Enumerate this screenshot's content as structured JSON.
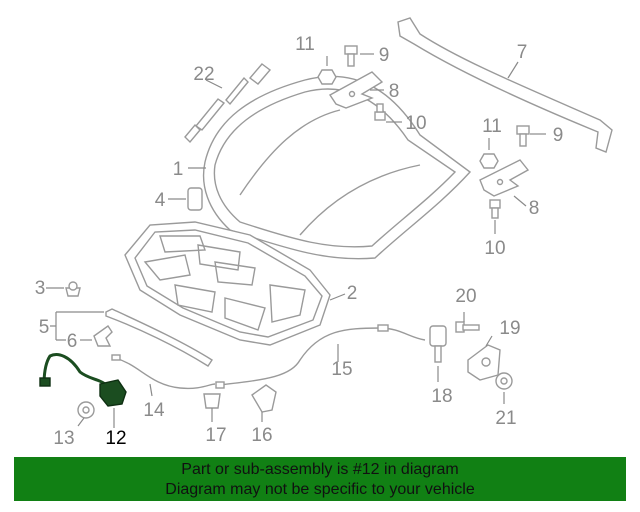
{
  "diagram": {
    "selected_part": "12",
    "callouts": [
      "1",
      "2",
      "3",
      "4",
      "5",
      "6",
      "7",
      "8",
      "8",
      "9",
      "9",
      "10",
      "10",
      "11",
      "11",
      "12",
      "13",
      "14",
      "15",
      "16",
      "17",
      "18",
      "19",
      "20",
      "21",
      "22"
    ]
  },
  "banner": {
    "line1": "Part or sub-assembly is #12 in diagram",
    "line2": "Diagram may not be specific to your vehicle"
  },
  "colors": {
    "banner_bg": "#118014",
    "selected_part": "#1b4d20",
    "line_art": "#9a9a9a"
  }
}
